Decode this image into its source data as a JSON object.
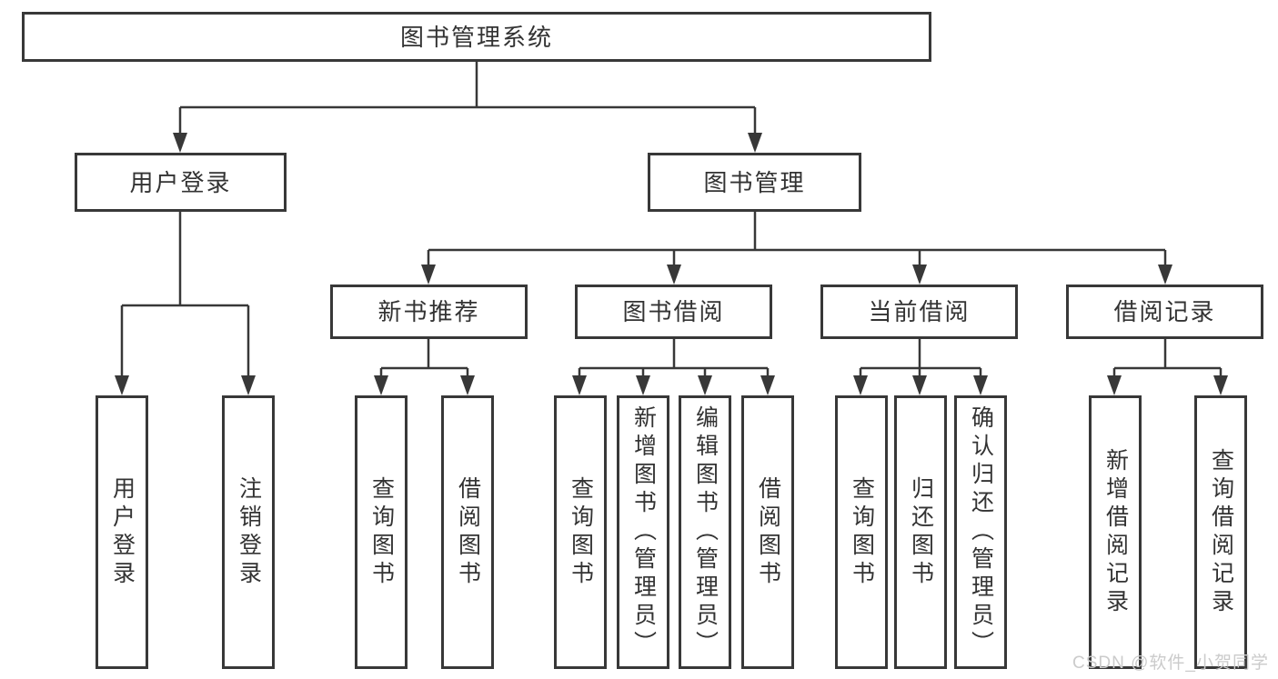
{
  "root": {
    "label": "图书管理系统"
  },
  "branches": {
    "user_login": {
      "label": "用户登录",
      "children": [
        {
          "label": "用户登录"
        },
        {
          "label": "注销登录"
        }
      ]
    },
    "book_mgmt": {
      "label": "图书管理",
      "sections": [
        {
          "label": "新书推荐",
          "children": [
            {
              "label": "查询图书"
            },
            {
              "label": "借阅图书"
            }
          ]
        },
        {
          "label": "图书借阅",
          "children": [
            {
              "label": "查询图书"
            },
            {
              "label": "新增图书（管理员）"
            },
            {
              "label": "编辑图书（管理员）"
            },
            {
              "label": "借阅图书"
            }
          ]
        },
        {
          "label": "当前借阅",
          "children": [
            {
              "label": "查询图书"
            },
            {
              "label": "归还图书"
            },
            {
              "label": "确认归还（管理员）"
            }
          ]
        },
        {
          "label": "借阅记录",
          "children": [
            {
              "label": "新增借阅记录"
            },
            {
              "label": "查询借阅记录"
            }
          ]
        }
      ]
    }
  },
  "colors": {
    "line": "#383838",
    "text": "#333333",
    "watermark": "#cbcbcb"
  },
  "watermark": "CSDN @软件_小贺同学"
}
